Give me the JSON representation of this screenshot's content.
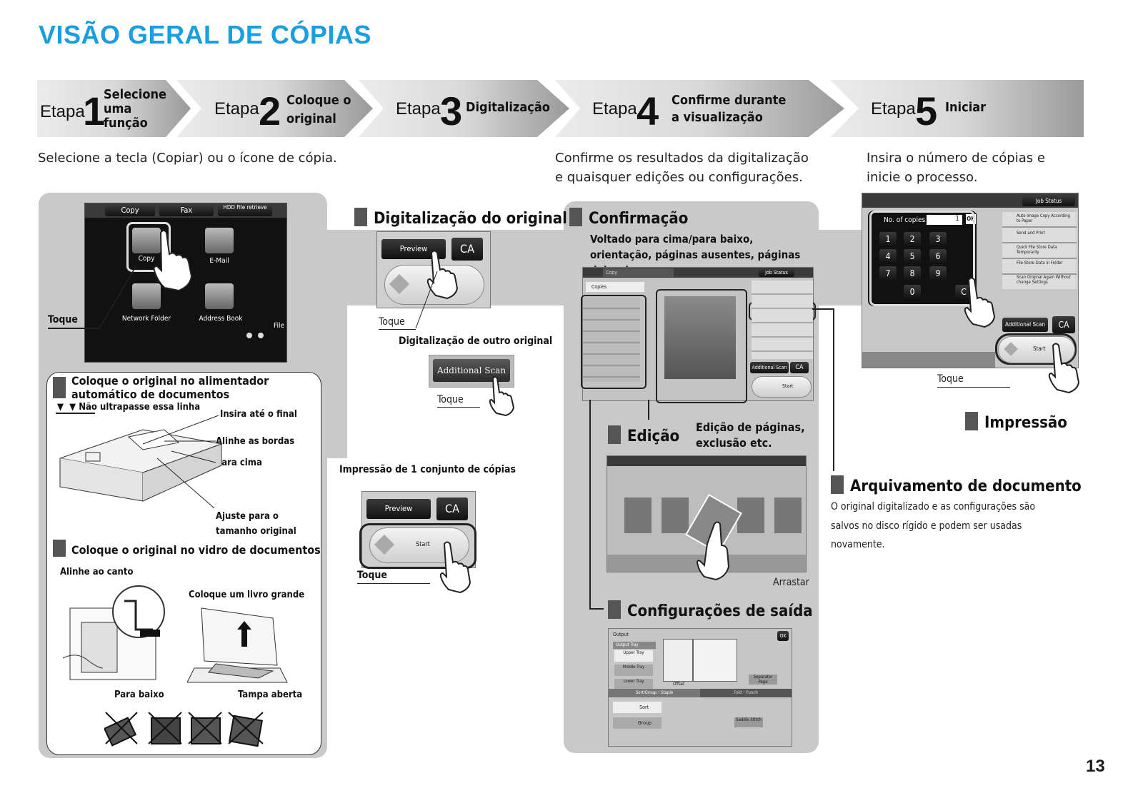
{
  "title": "VISÃO GERAL DE CÓPIAS",
  "steps": [
    {
      "etapa": "Etapa",
      "num": "1",
      "label": "Selecione uma função"
    },
    {
      "etapa": "Etapa",
      "num": "2",
      "label": "Coloque o original"
    },
    {
      "etapa": "Etapa",
      "num": "3",
      "label": "Digitalização"
    },
    {
      "etapa": "Etapa",
      "num": "4",
      "label": "Confirme durante a visualização"
    },
    {
      "etapa": "Etapa",
      "num": "5",
      "label": "Iniciar"
    }
  ],
  "desc": {
    "step1": "Selecione a tecla (Copiar) ou o ícone de cópia.",
    "step4": "Confirme os resultados da digitalização e quaisquer edições ou configurações.",
    "step5": "Insira o número de cópias e inicie o processo."
  },
  "home_screen": {
    "tabs": [
      "Copy",
      "Fax",
      "HDD File retrieve"
    ],
    "icons": [
      "Copy",
      "E-Mail",
      "Network Folder",
      "Address Book",
      "File"
    ],
    "touch_label": "Toque"
  },
  "adf": {
    "heading": "Coloque o original no alimentador automático de documentos",
    "limit": "Não ultrapasse essa linha",
    "insert": "Insira até o final",
    "align": "Alinhe as bordas",
    "up": "Para cima",
    "adjust": "Ajuste para o tamanho original"
  },
  "glass": {
    "heading": "Coloque o original no vidro de documentos",
    "corner": "Alinhe ao canto",
    "book": "Coloque um livro grande",
    "down": "Para baixo",
    "lid": "Tampa aberta"
  },
  "scan": {
    "heading": "Digitalização do original",
    "preview": "Preview",
    "ca": "CA",
    "start": "Start",
    "touch": "Toque",
    "another": "Digitalização de outro original",
    "additional": "Additional Scan",
    "touch2": "Toque",
    "one_set": "Impressão de 1 conjunto de cópias",
    "touch3": "Toque"
  },
  "confirm": {
    "heading": "Confirmação",
    "sub": "Voltado para cima/para baixo, orientação, páginas ausentes, páginas dobradas",
    "screen": {
      "copy": "Copy",
      "copies": "Copies",
      "job_status": "Job Status",
      "additional": "Additional Scan",
      "ca": "CA",
      "start": "Start"
    },
    "edit_heading": "Edição",
    "edit_desc": "Edição de páginas, exclusão etc.",
    "drag": "Arrastar",
    "output_heading": "Configurações de saída",
    "output_screen": {
      "output": "Output",
      "ok": "OK",
      "output_tray": "Output Tray",
      "upper": "Upper Tray",
      "middle": "Middle Tray",
      "lower": "Lower Tray",
      "offset": "Offset",
      "sort_tab": "Sort/Group・Staple",
      "fold_tab": "Fold・Punch",
      "sort": "Sort",
      "group": "Group",
      "separator": "Separator Page",
      "saddle": "Saddle Stitch"
    }
  },
  "numpad": {
    "no_copies": "No. of copies",
    "value": "1",
    "ok": "OK",
    "keys": [
      "1",
      "2",
      "3",
      "4",
      "5",
      "6",
      "7",
      "8",
      "9",
      "0",
      "C"
    ],
    "additional": "Additional Scan",
    "ca": "CA",
    "start": "Start",
    "job_status": "Job Status",
    "side_items": [
      "Auto Image Copy According to Paper",
      "Send and Print",
      "Quick File Store Data Temporarily",
      "File Store Data in Folder",
      "Scan Original Again Without change Settings"
    ],
    "touch": "Toque"
  },
  "print": {
    "heading": "Impressão"
  },
  "filing": {
    "heading": "Arquivamento de documento",
    "text": "O original digitalizado e as configurações são salvos no disco rígido e podem ser usadas novamente."
  },
  "page_number": "13"
}
